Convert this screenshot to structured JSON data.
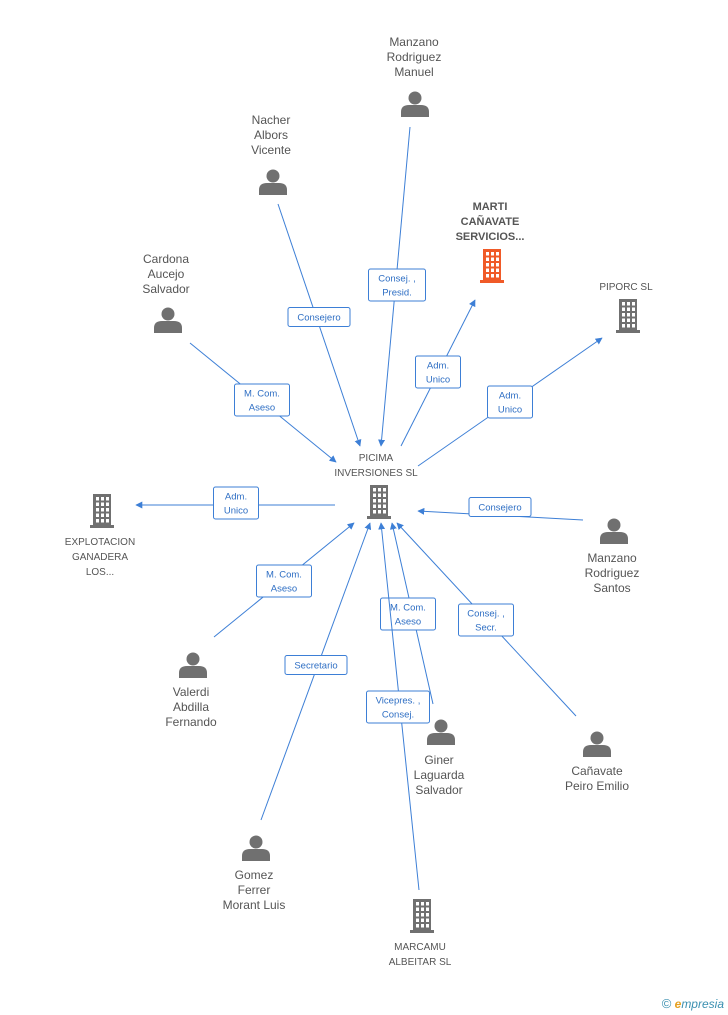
{
  "colors": {
    "edge": "#3d7fd6",
    "node": "#707070",
    "highlight": "#f05a28",
    "text": "#555555"
  },
  "nodes": [
    {
      "id": "picima",
      "type": "company",
      "lines": [
        "PICIMA",
        "INVERSIONES SL"
      ]
    },
    {
      "id": "manzano_m",
      "type": "person",
      "lines": [
        "Manzano",
        "Rodriguez",
        "Manuel"
      ]
    },
    {
      "id": "nacher",
      "type": "person",
      "lines": [
        "Nacher",
        "Albors",
        "Vicente"
      ]
    },
    {
      "id": "cardona",
      "type": "person",
      "lines": [
        "Cardona",
        "Aucejo",
        "Salvador"
      ]
    },
    {
      "id": "marti",
      "type": "company",
      "highlight": true,
      "lines": [
        "MARTI",
        "CAÑAVATE",
        "SERVICIOS..."
      ]
    },
    {
      "id": "piporc",
      "type": "company",
      "lines": [
        "PIPORC SL"
      ]
    },
    {
      "id": "explot",
      "type": "company",
      "lines": [
        "EXPLOTACION",
        "GANADERA",
        "LOS..."
      ]
    },
    {
      "id": "manzano_s",
      "type": "person",
      "lines": [
        "Manzano",
        "Rodriguez",
        "Santos"
      ]
    },
    {
      "id": "valerdi",
      "type": "person",
      "lines": [
        "Valerdi",
        "Abdilla",
        "Fernando"
      ]
    },
    {
      "id": "canavate",
      "type": "person",
      "lines": [
        "Cañavate",
        "Peiro Emilio"
      ]
    },
    {
      "id": "giner",
      "type": "person",
      "lines": [
        "Giner",
        "Laguarda",
        "Salvador"
      ]
    },
    {
      "id": "gomez",
      "type": "person",
      "lines": [
        "Gomez",
        "Ferrer",
        "Morant Luis"
      ]
    },
    {
      "id": "marcamu",
      "type": "company",
      "lines": [
        "MARCAMU",
        "ALBEITAR SL"
      ]
    }
  ],
  "edges": [
    {
      "id": "e_manzano_m",
      "from": "manzano_m",
      "to": "picima",
      "label": [
        "Consej. ,",
        "Presid."
      ]
    },
    {
      "id": "e_nacher",
      "from": "nacher",
      "to": "picima",
      "label": [
        "Consejero"
      ]
    },
    {
      "id": "e_cardona",
      "from": "cardona",
      "to": "picima",
      "label": [
        "M. Com.",
        "Aseso"
      ]
    },
    {
      "id": "e_marti",
      "from": "picima",
      "to": "marti",
      "label": [
        "Adm.",
        "Unico"
      ]
    },
    {
      "id": "e_piporc",
      "from": "picima",
      "to": "piporc",
      "label": [
        "Adm.",
        "Unico"
      ]
    },
    {
      "id": "e_explot",
      "from": "picima",
      "to": "explot",
      "label": [
        "Adm.",
        "Unico"
      ]
    },
    {
      "id": "e_manzano_s",
      "from": "manzano_s",
      "to": "picima",
      "label": [
        "Consejero"
      ]
    },
    {
      "id": "e_valerdi",
      "from": "valerdi",
      "to": "picima",
      "label": [
        "M. Com.",
        "Aseso"
      ]
    },
    {
      "id": "e_canavate",
      "from": "canavate",
      "to": "picima",
      "label": [
        "Consej. ,",
        "Secr."
      ]
    },
    {
      "id": "e_giner",
      "from": "giner",
      "to": "picima",
      "label": [
        "M. Com.",
        "Aseso"
      ]
    },
    {
      "id": "e_gomez",
      "from": "gomez",
      "to": "picima",
      "label": [
        "Secretario"
      ]
    },
    {
      "id": "e_marcamu",
      "from": "marcamu",
      "to": "picima",
      "label": [
        "Vicepres. ,",
        "Consej."
      ]
    }
  ],
  "watermark": {
    "symbol": "©",
    "brand_initial": "e",
    "brand_rest": "mpresia"
  }
}
